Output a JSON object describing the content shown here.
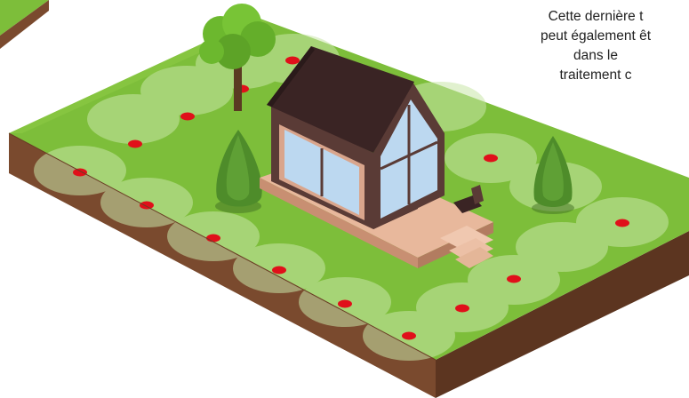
{
  "caption": {
    "lines": [
      "Cette dernière t",
      "peut également êt",
      "dans le",
      "traitement c"
    ]
  },
  "colors": {
    "grass": "#7dbe3a",
    "grass_light": "#96d04e",
    "soil_front": "#7a4a2e",
    "soil_side": "#5c3520",
    "coverage_ellipse": "#c9e6a8",
    "sprinkler_dot": "#e0101a",
    "house_roof": "#3a2424",
    "house_wall": "#5a3b36",
    "house_trim": "#d9a58c",
    "deck": "#f0c8b0",
    "glass": "#bcd8f0",
    "tree_leaf": "#6cb82e",
    "bush": "#4e8c2a",
    "trunk": "#5a3a22"
  },
  "icons": {
    "house": "house-icon",
    "tree": "tree-icon",
    "bush": "bush-icon",
    "sprinkler": "sprinkler-dot-icon",
    "chair": "deck-chair-icon"
  }
}
